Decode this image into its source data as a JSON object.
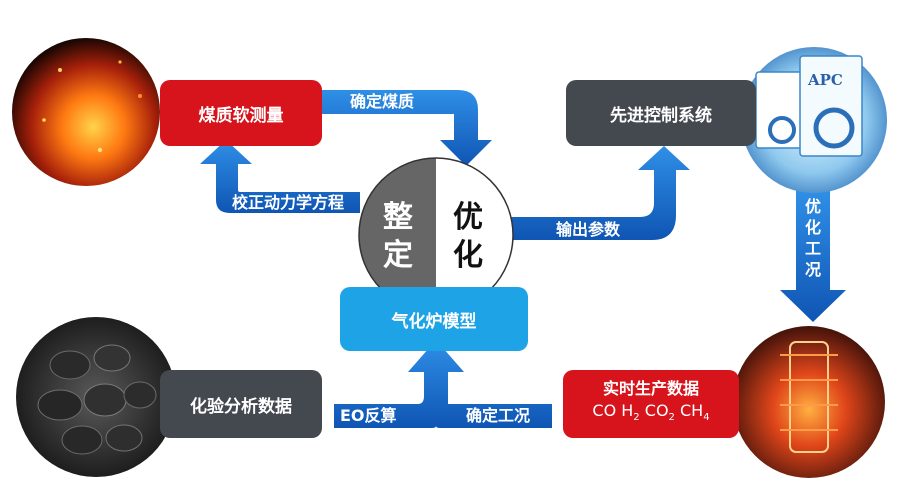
{
  "nodes": {
    "coal_quality": "煤质软测量",
    "apc": "先进控制系统",
    "gasifier_model": "气化炉模型",
    "lab_data": "化验分析数据",
    "realtime_title": "实时生产数据",
    "realtime_gases": [
      "CO",
      "H",
      "2",
      "CO",
      "2",
      "CH",
      "4"
    ]
  },
  "center": {
    "left_top": "整",
    "left_bottom": "定",
    "right_top": "优",
    "right_bottom": "化"
  },
  "arrows": {
    "determine_coal": "确定煤质",
    "calibrate": "校正动力学方程",
    "output_params": "输出参数",
    "optimize_condition": [
      "优",
      "化",
      "工",
      "况"
    ],
    "eo_inverse": "EO反算",
    "determine_condition": "确定工况"
  },
  "images": {
    "apc_box_text": "APC"
  },
  "colors": {
    "red": "#d7141c",
    "dark": "#444950",
    "blue": "#1ea4e6",
    "arrow_blue": "#1466c8"
  }
}
